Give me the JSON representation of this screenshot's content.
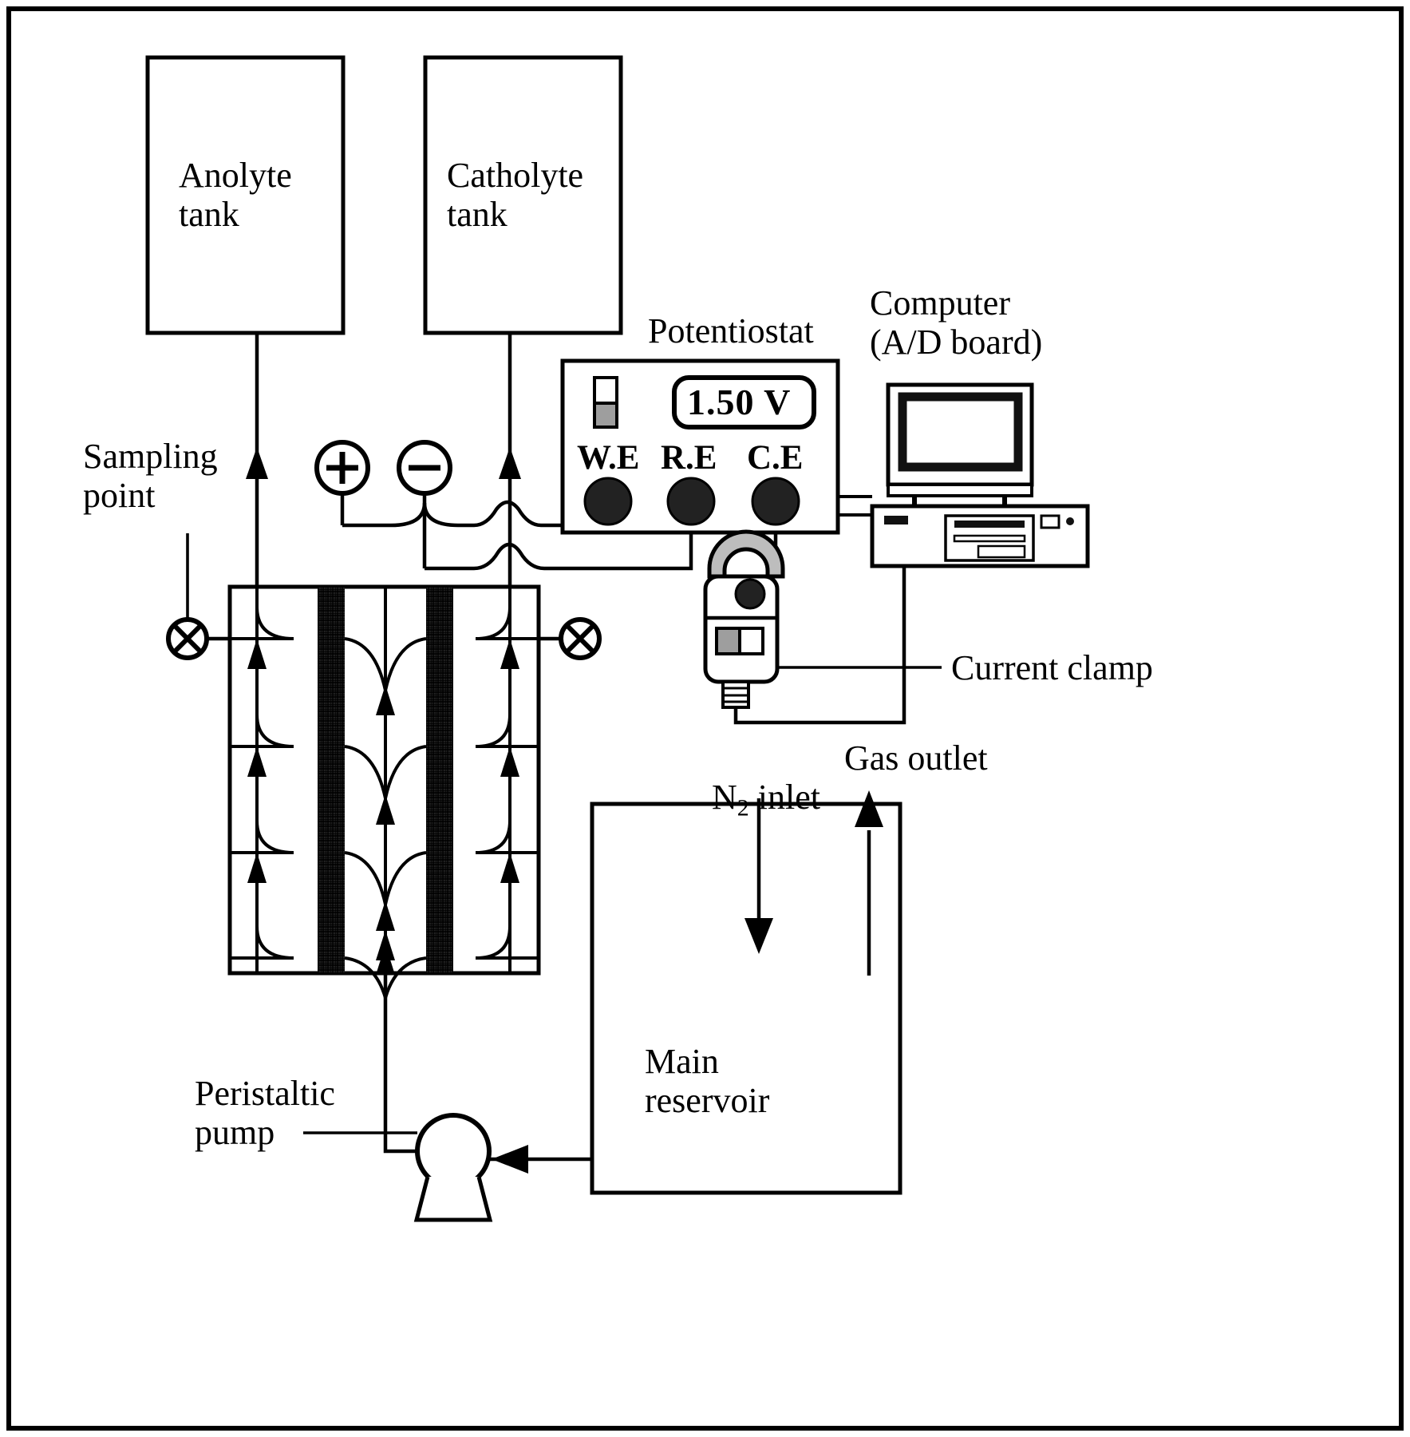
{
  "diagram": {
    "title": "Electrochemical flow cell experimental setup",
    "line_color": "#000000",
    "fill_color": "#ffffff",
    "electrode_fill": "#1a1a1a",
    "clamp_grey": "#a6a6a6"
  },
  "labels": {
    "anolyte_tank": "Anolyte\ntank",
    "catholyte_tank": "Catholyte\ntank",
    "potentiostat": "Potentiostat",
    "computer": "Computer\n(A/D board)",
    "sampling_point": "Sampling\npoint",
    "current_clamp": "Current clamp",
    "n2_inlet_pre": "N",
    "n2_inlet_sub": "2",
    "n2_inlet_post": " inlet",
    "gas_outlet": "Gas outlet",
    "main_reservoir": "Main\nreservoir",
    "peristaltic_pump": "Peristaltic\npump"
  },
  "potentiostat": {
    "voltage_display": "1.50 V",
    "terminals": [
      {
        "name": "W.E",
        "label": "W.E"
      },
      {
        "name": "R.E",
        "label": "R.E"
      },
      {
        "name": "C.E",
        "label": "C.E"
      }
    ]
  },
  "cell": {
    "positive_terminal": "+",
    "negative_terminal": "−",
    "electrode_count": 2,
    "flow_channel_count": 4
  },
  "valves": [
    {
      "name": "left-sampling-valve",
      "symbol": "⊗"
    },
    {
      "name": "right-sampling-valve",
      "symbol": "⊗"
    }
  ]
}
